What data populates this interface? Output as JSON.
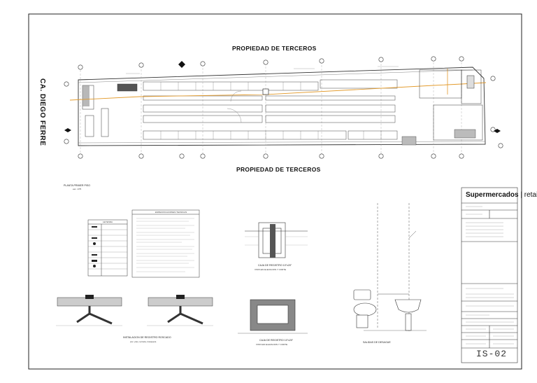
{
  "sheet": {
    "top_neighbor": "PROPIEDAD DE TERCEROS",
    "bottom_neighbor": "PROPIEDAD DE TERCEROS",
    "street": "CA. DIEGO FERRE",
    "plan_title": "PLANTA PRIMER PISO",
    "plan_scale": "esc. 1/75",
    "detail_registro_title": "INSTALACION DE REGISTRO ROSCADO",
    "detail_registro_sub": "pvc. piso, terraza, tranquera",
    "detail_caja1_title": "CAJA DE REGISTRO 10\"x20\"",
    "detail_caja1_sub": "VISTA EN ELEVACION Y CORTE",
    "detail_caja2_title": "CAJA DE REGISTRO 10\"x20\"",
    "detail_caja2_sub": "VISTA EN ELEVACION Y CORTE",
    "detail_salidas_title": "SALIDAS DE DESAGUE",
    "notes_title": "ESPECIFICACIONES TECNICAS",
    "legend_title": "LEYENDA"
  },
  "title_block": {
    "brand": "Supermercados",
    "brand_suffix": "retail",
    "sheet_code": "IS-02"
  }
}
